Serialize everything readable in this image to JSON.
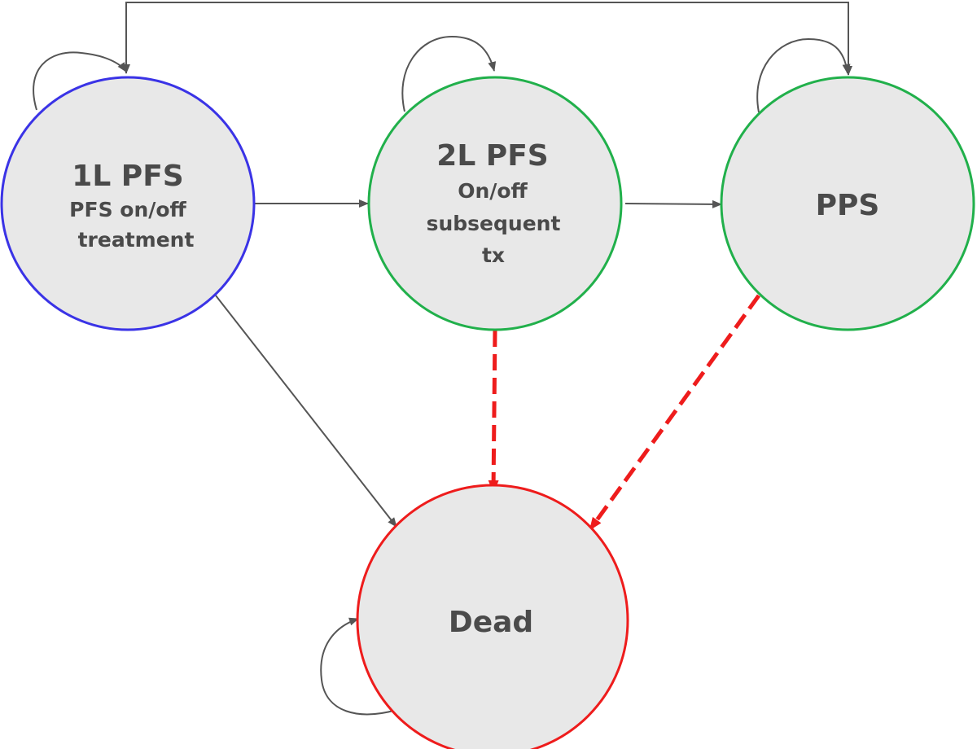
{
  "colors": {
    "node_fill": "#e8e8e8",
    "first_line_border": "#3a33e6",
    "second_line_border": "#21b04b",
    "pps_border": "#21b04b",
    "dead_border": "#ee1c1c",
    "solid_arrow": "#555555",
    "dashed_arrow": "#ee1c1c",
    "text": "#4a4a4a"
  },
  "nodes": {
    "first_line": {
      "title": "1L PFS",
      "line1": "PFS on/off",
      "line2": "treatment"
    },
    "second_line": {
      "title": "2L PFS",
      "line1": "On/off",
      "line2": "subsequent",
      "line3": "tx"
    },
    "pps": {
      "title": "PPS"
    },
    "dead": {
      "title": "Dead"
    }
  },
  "transitions": [
    {
      "from": "1L PFS",
      "to": "1L PFS",
      "style": "solid"
    },
    {
      "from": "2L PFS",
      "to": "2L PFS",
      "style": "solid"
    },
    {
      "from": "PPS",
      "to": "PPS",
      "style": "solid"
    },
    {
      "from": "Dead",
      "to": "Dead",
      "style": "solid"
    },
    {
      "from": "1L PFS",
      "to": "2L PFS",
      "style": "solid"
    },
    {
      "from": "2L PFS",
      "to": "PPS",
      "style": "solid"
    },
    {
      "from": "PPS",
      "to": "1L PFS",
      "style": "solid"
    },
    {
      "from": "1L PFS",
      "to": "Dead",
      "style": "solid"
    },
    {
      "from": "2L PFS",
      "to": "Dead",
      "style": "dashed"
    },
    {
      "from": "PPS",
      "to": "Dead",
      "style": "dashed"
    }
  ]
}
